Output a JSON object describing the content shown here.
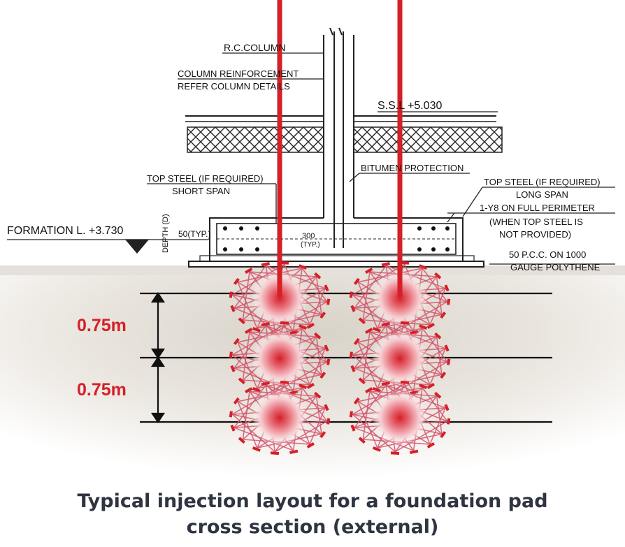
{
  "drawing": {
    "rc_column": "R.C.COLUMN",
    "column_reinforcement_1": "COLUMN REINFORCEMENT",
    "column_reinforcement_2": "REFER COLUMN DETAILS",
    "ssl": "S.S.L  +5.030",
    "bitumen": "BITUMEN PROTECTION",
    "top_steel_short_1": "TOP STEEL (IF REQUIRED)",
    "top_steel_short_2": "SHORT SPAN",
    "top_steel_long_1": "TOP STEEL (IF REQUIRED)",
    "top_steel_long_2": "LONG SPAN",
    "perimeter_1": "1-Y8 ON FULL PERIMETER",
    "perimeter_2": "(WHEN TOP STEEL IS",
    "perimeter_3": "NOT PROVIDED)",
    "pcc_1": "50 P.C.C. ON 1000",
    "pcc_2": "GAUGE POLYTHENE",
    "formation": "FORMATION L. +3.730",
    "depth": "DEPTH (D)",
    "typ50": "50(TYP.)",
    "typ300_1": "300",
    "typ300_2": "(TYP.)"
  },
  "dimensions": {
    "spacing_top": "0.75m",
    "spacing_bottom": "0.75m"
  },
  "caption": {
    "line1": "Typical injection layout for a foundation pad",
    "line2": "cross section (external)"
  },
  "colors": {
    "injection_red": "#d42027",
    "lattice": "#d4566e",
    "ink": "#111111",
    "caption": "#2e3440"
  }
}
